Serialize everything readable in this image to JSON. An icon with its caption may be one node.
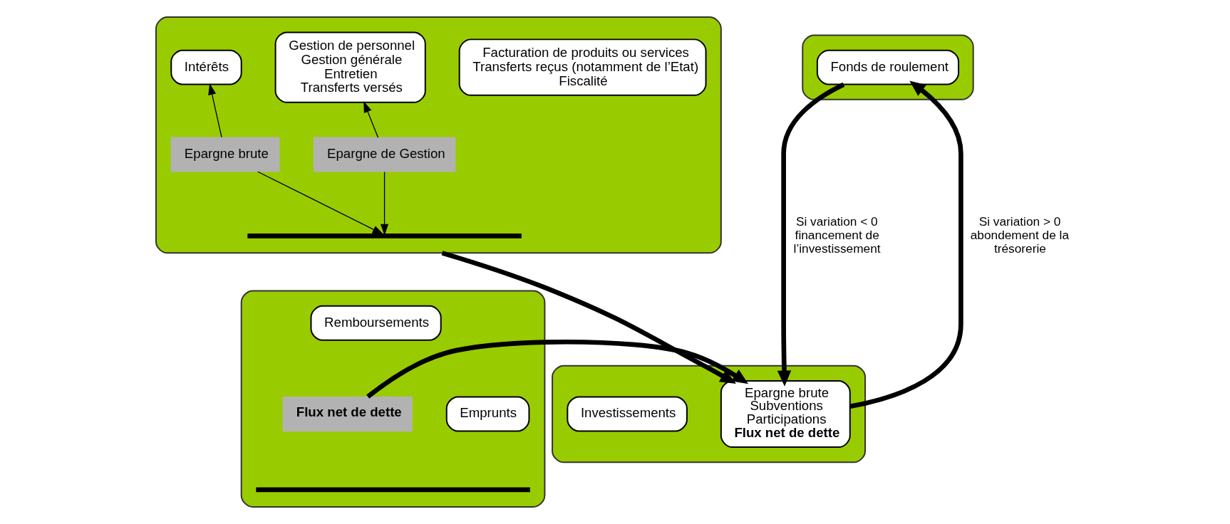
{
  "diagram": {
    "nodes": [
      {
        "text": [],
        "shape": "box"
      },
      {
        "text": [
          "Facturation de produits ou services",
          "Transferts reçus (notamment de l’Etat)",
          "Fiscalité"
        ],
        "in": 0
      },
      {
        "text": [
          "Gestion de personnel",
          "Gestion générale",
          "Entretien",
          "Transferts versés"
        ],
        "in": 0
      },
      {
        "text": [
          "Intérêts"
        ],
        "in": 0
      },
      {
        "text": [
          "Epargne de Gestion"
        ],
        "in": 0
      },
      {
        "text": [
          "Epargne brute"
        ],
        "in": 0
      },
      {
        "text": [],
        "shape": "bar",
        "in": 0
      },
      {
        "text": [],
        "shape": "box"
      },
      {
        "text": [
          "Fonds de roulement"
        ],
        "in": 7
      },
      {
        "text": [],
        "shape": "box"
      },
      {
        "text": [
          "Emprunts"
        ],
        "in": 9
      },
      {
        "text": [
          "Remboursements"
        ],
        "in": 9
      },
      {
        "text": [
          "Flux net de dette"
        ],
        "in": 9
      },
      {
        "text": [],
        "shape": "bar",
        "in": 9
      },
      {
        "text": [],
        "shape": "box"
      },
      {
        "text": [
          "Epargne brute",
          "Subventions",
          "Participations",
          "**Flux net de dette**"
        ],
        "in": 14
      },
      {
        "text": [
          "Investissements"
        ],
        "in": 14
      }
    ],
    "edges": [
      {
        "from": 4,
        "to": 2,
        "arrow": "to"
      },
      {
        "from": 4,
        "to": 6,
        "arrow": "to"
      },
      {
        "from": 5,
        "to": 3,
        "arrow": "to"
      },
      {
        "from": 5,
        "to": 6,
        "arrow": "to"
      },
      {
        "from": 0,
        "to": 15,
        "arrow": "to",
        "style": "thick"
      },
      {
        "from": 8,
        "to": 15,
        "arrow": "to",
        "style": "thick",
        "label": "Si variation < 0 financement de l’investissement"
      },
      {
        "from": 15,
        "to": 8,
        "arrow": "to",
        "style": "thick",
        "label": "Si variation > 0 abondement de la trésorerie"
      },
      {
        "from": 12,
        "to": 15,
        "arrow": "to",
        "style": "thick"
      }
    ]
  }
}
